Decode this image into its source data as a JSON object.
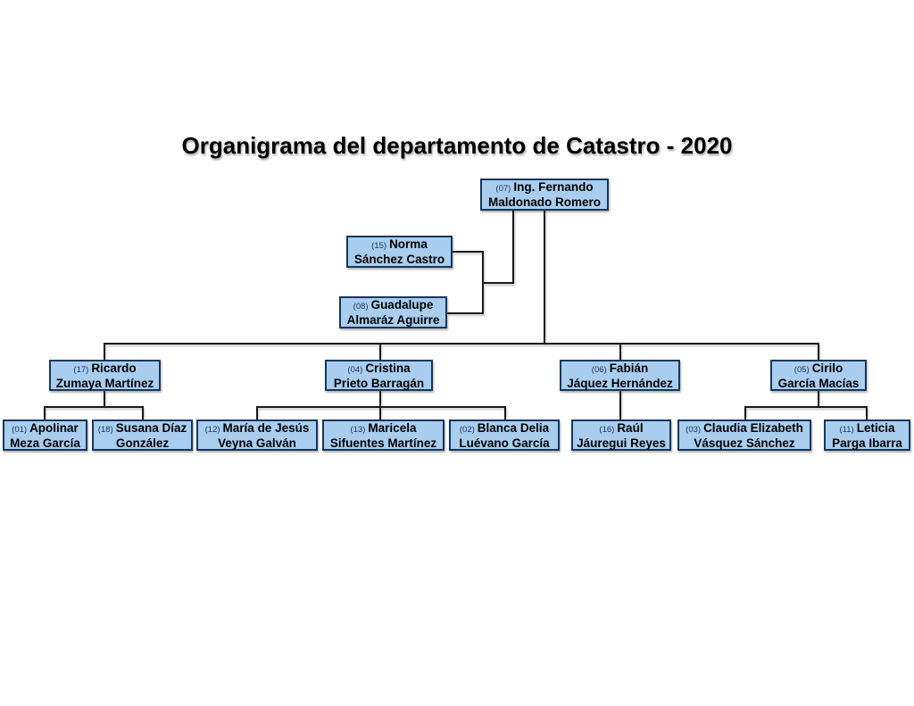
{
  "title": "Organigrama del departamento de Catastro - 2020",
  "colors": {
    "box_fill": "#a9cdee",
    "box_border": "#17365d",
    "line": "#1a1a1a",
    "num": "#17365d"
  },
  "nodes": {
    "n07": {
      "num": "(07)",
      "line1": "Ing. Fernando",
      "line2": "Maldonado Romero"
    },
    "n15": {
      "num": "(15)",
      "line1": "Norma",
      "line2": "Sánchez Castro"
    },
    "n08": {
      "num": "(08)",
      "line1": "Guadalupe",
      "line2": "Almaráz Aguirre"
    },
    "n17": {
      "num": "(17)",
      "line1": "Ricardo",
      "line2": "Zumaya Martínez"
    },
    "n04": {
      "num": "(04)",
      "line1": "Cristina",
      "line2": "Prieto Barragán"
    },
    "n06": {
      "num": "(06)",
      "line1": "Fabián",
      "line2": "Jáquez Hernández"
    },
    "n05": {
      "num": "(05)",
      "line1": "Cirilo",
      "line2": "García Macías"
    },
    "n01": {
      "num": "(01)",
      "line1": "Apolinar",
      "line2": "Meza García"
    },
    "n18": {
      "num": "(18)",
      "line1": "Susana Díaz",
      "line2": "González"
    },
    "n12": {
      "num": "(12)",
      "line1": "María de Jesús",
      "line2": "Veyna Galván"
    },
    "n13": {
      "num": "(13)",
      "line1": "Maricela",
      "line2": "Sifuentes Martínez"
    },
    "n02": {
      "num": "(02)",
      "line1": "Blanca Delia",
      "line2": "Luévano García"
    },
    "n16": {
      "num": "(16)",
      "line1": "Raúl",
      "line2": "Jáuregui Reyes"
    },
    "n03": {
      "num": "(03)",
      "line1": "Claudia Elizabeth",
      "line2": "Vásquez Sánchez"
    },
    "n11": {
      "num": "(11)",
      "line1": "Leticia",
      "line2": "Parga Ibarra"
    }
  },
  "hierarchy": {
    "root": "n07",
    "staff_of_root": [
      "n15",
      "n08"
    ],
    "reports_of_root": [
      "n17",
      "n04",
      "n06",
      "n05"
    ],
    "reports_of_n17": [
      "n01",
      "n18"
    ],
    "reports_of_n04": [
      "n12",
      "n13",
      "n02"
    ],
    "reports_of_n06": [
      "n16"
    ],
    "reports_of_n05": [
      "n03",
      "n11"
    ]
  }
}
